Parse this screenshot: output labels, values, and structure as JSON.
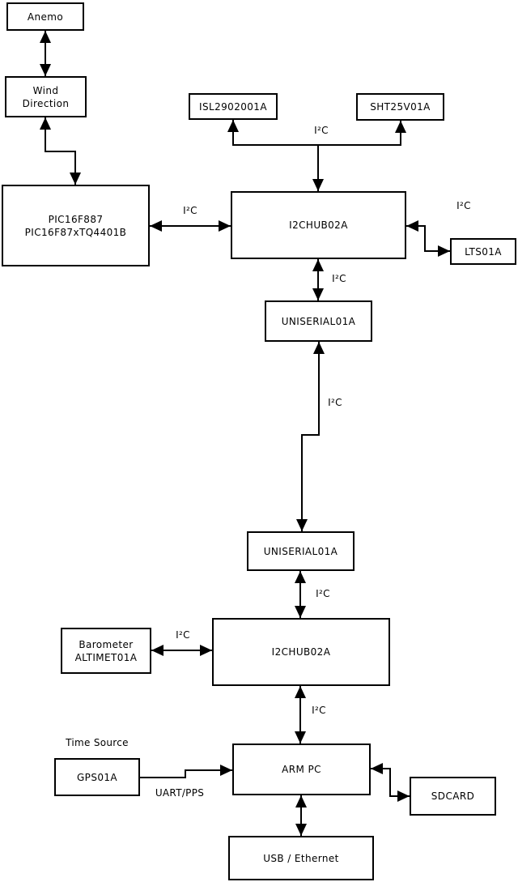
{
  "colors": {
    "background": "#ffffff",
    "line": "#000000",
    "box_fill": "#ffffff",
    "text": "#000000"
  },
  "boxes": {
    "anemo": {
      "label": "Anemo"
    },
    "wind_direction": {
      "line1": "Wind",
      "line2": "Direction"
    },
    "pic": {
      "line1": "PIC16F887",
      "line2": "PIC16F87xTQ4401B"
    },
    "isl": {
      "label": "ISL2902001A"
    },
    "sht": {
      "label": "SHT25V01A"
    },
    "i2chub1": {
      "label": "I2CHUB02A"
    },
    "lts": {
      "label": "LTS01A"
    },
    "uniserial1": {
      "label": "UNISERIAL01A"
    },
    "uniserial2": {
      "label": "UNISERIAL01A"
    },
    "barometer": {
      "line1": "Barometer",
      "line2": "ALTIMET01A"
    },
    "i2chub2": {
      "label": "I2CHUB02A"
    },
    "armpc": {
      "label": "ARM PC"
    },
    "gps": {
      "label": "GPS01A"
    },
    "sdcard": {
      "label": "SDCARD"
    },
    "usb_ethernet": {
      "label": "USB / Ethernet"
    }
  },
  "edge_labels": {
    "hub1_sensors_bus": "I²C",
    "pic_hub1_bus": "I²C",
    "hub1_lts_bus": "I²C",
    "hub1_uniserial1_bus": "I²C",
    "uniserial_link_bus": "I²C",
    "uniserial2_hub2_bus": "I²C",
    "barometer_hub2_bus": "I²C",
    "hub2_armpc_bus": "I²C",
    "gps_armpc_link": "UART/PPS",
    "time_source_caption": "Time Source"
  }
}
